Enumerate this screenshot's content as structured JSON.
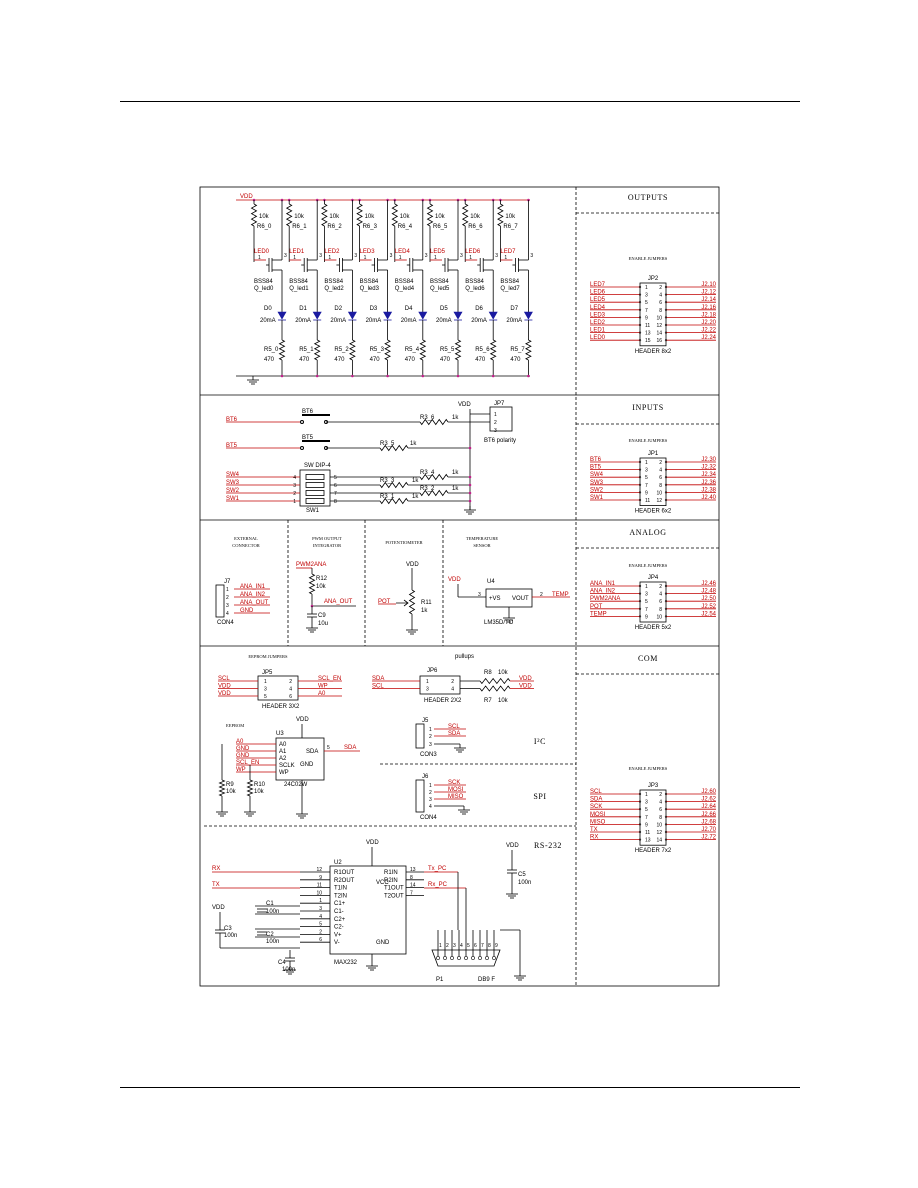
{
  "colors": {
    "wire": "#000000",
    "net_label": "#c00000",
    "junction": "#c0208a",
    "led": "#1a1aa0"
  },
  "sections": {
    "outputs": "OUTPUTS",
    "inputs": "INPUTS",
    "analog": "ANALOG",
    "com": "COM",
    "i2c": "I²C",
    "spi": "SPI",
    "rs232": "RS-232"
  },
  "enable_jumpers": "ENABLE JUMPERS",
  "vdd": "VDD",
  "outputs": {
    "channels": [
      {
        "rtop": "R6_0",
        "led": "LED0",
        "fet": "BSS84",
        "q": "Q_led0",
        "d": "D0",
        "rb": "R5_0"
      },
      {
        "rtop": "R6_1",
        "led": "LED1",
        "fet": "BSS84",
        "q": "Q_led1",
        "d": "D1",
        "rb": "R5_1"
      },
      {
        "rtop": "R6_2",
        "led": "LED2",
        "fet": "BSS84",
        "q": "Q_led2",
        "d": "D2",
        "rb": "R5_2"
      },
      {
        "rtop": "R6_3",
        "led": "LED3",
        "fet": "BSS84",
        "q": "Q_led3",
        "d": "D3",
        "rb": "R5_3"
      },
      {
        "rtop": "R6_4",
        "led": "LED4",
        "fet": "BSS84",
        "q": "Q_led4",
        "d": "D4",
        "rb": "R5_4"
      },
      {
        "rtop": "R6_5",
        "led": "LED5",
        "fet": "BSS84",
        "q": "Q_led5",
        "d": "D5",
        "rb": "R5_5"
      },
      {
        "rtop": "R6_6",
        "led": "LED6",
        "fet": "BSS84",
        "q": "Q_led6",
        "d": "D6",
        "rb": "R5_6"
      },
      {
        "rtop": "R6_7",
        "led": "LED7",
        "fet": "BSS84",
        "q": "Q_led7",
        "d": "D7",
        "rb": "R5_7"
      }
    ],
    "rtop_value": "10k",
    "rb_value": "470",
    "d_value": "20mA",
    "jumper": {
      "ref": "JP2",
      "name": "HEADER 8x2",
      "left": [
        "LED7",
        "LED6",
        "LED5",
        "LED4",
        "LED3",
        "LED2",
        "LED1",
        "LED0"
      ],
      "right": [
        "J2.10",
        "J2.12",
        "J2.14",
        "J2.16",
        "J2.18",
        "J2.20",
        "J2.22",
        "J2.24"
      ]
    }
  },
  "inputs": {
    "bt6": "BT6",
    "bt5": "BT5",
    "jp7": "JP7",
    "bt6_polarity": "BT6 polarity",
    "r3_6": "R3_6",
    "r3_5": "R3_5",
    "r3_4": "R3_4",
    "r3_3": "R3_3",
    "r3_2": "R3_2",
    "r3_1": "R3_1",
    "res_value": "1k",
    "sw_dip": "SW DIP-4",
    "sw1": "SW1",
    "sw_nets": [
      "SW4",
      "SW3",
      "SW2",
      "SW1"
    ],
    "jumper": {
      "ref": "JP1",
      "name": "HEADER 6x2",
      "left": [
        "BT6",
        "BT5",
        "SW4",
        "SW3",
        "SW2",
        "SW1"
      ],
      "right": [
        "J2.30",
        "J2.32",
        "J2.34",
        "J2.36",
        "J2.38",
        "J2.40"
      ]
    }
  },
  "analog": {
    "ext_conn": [
      "EXTERNAL",
      "CONNECTOR"
    ],
    "pwm_out": [
      "PWM OUTPUT",
      "INTEGRATOR"
    ],
    "pot_title": "POTENTIOMETER",
    "temp_sensor": [
      "TEMPERATURE",
      "SENSOR"
    ],
    "j7": "J7",
    "con4": "CON4",
    "j7_nets": [
      "ANA_IN1",
      "ANA_IN2",
      "ANA_OUT",
      "GND"
    ],
    "pwm_net": "PWM2ANA",
    "r12": "R12",
    "r12_val": "10k",
    "c9": "C9",
    "c9_val": "10u",
    "ana_out": "ANA_OUT",
    "pot": "POT",
    "r11": "R11",
    "r11_val": "1k",
    "u4": "U4",
    "vs": "+VS",
    "vout": "VOUT",
    "lm": "LM35D/TO",
    "temp": "TEMP",
    "jumper": {
      "ref": "JP4",
      "name": "HEADER 5x2",
      "left": [
        "ANA_IN1",
        "ANA_IN2",
        "PWM2ANA",
        "POT",
        "TEMP"
      ],
      "right": [
        "J2.46",
        "J2.48",
        "J2.50",
        "J2.52",
        "J2.54"
      ]
    }
  },
  "com": {
    "eeprom_jumpers": "EEPROM JUMPERS",
    "pullups": "pullups",
    "jp5": "JP5",
    "jp5_name": "HEADER 3X2",
    "jp5_left": [
      "SCL",
      "VDD",
      "VDD"
    ],
    "jp5_right": [
      "SCL_EN",
      "WP",
      "A0"
    ],
    "jp6": "JP6",
    "jp6_name": "HEADER 2X2",
    "jp6_left": [
      "SDA",
      "SCL"
    ],
    "r8": "R8",
    "r7": "R7",
    "r_val": "10k",
    "eeprom": "EEPROM",
    "u3": "U3",
    "u3_part": "24C02W",
    "u3_pins": [
      "A0",
      "A1",
      "A2",
      "SCLK",
      "WP"
    ],
    "u3_nets": [
      "A0",
      "GND",
      "GND",
      "SCL_EN",
      "WP"
    ],
    "sda": "SDA",
    "vcc": "VCC",
    "gnd": "GND",
    "r9": "R9",
    "r10": "R10",
    "j5": "J5",
    "con3": "CON3",
    "j5_nets": [
      "SCL",
      "SDA"
    ],
    "j6": "J6",
    "con4": "CON4",
    "j6_nets": [
      "SCK",
      "MOSI",
      "MISO"
    ],
    "u2": "U2",
    "u2_part": "MAX232",
    "u2_left": [
      "R1OUT",
      "R2OUT",
      "T1IN",
      "T2IN",
      "C1+",
      "C1-",
      "C2+",
      "C2-",
      "V+",
      "V-"
    ],
    "u2_right": [
      "R1IN",
      "R2IN",
      "T1OUT",
      "T2OUT"
    ],
    "rx": "RX",
    "tx": "TX",
    "tx_pc": "Tx_PC",
    "rx_pc": "Rx_PC",
    "c1": "C1",
    "c2": "C2",
    "c3": "C3",
    "c4": "C4",
    "c5": "C5",
    "cap_val": "100n",
    "p1": "P1",
    "db9": "DB9 F",
    "jumper": {
      "ref": "JP3",
      "name": "HEADER 7x2",
      "left": [
        "SCL",
        "SDA",
        "SCK",
        "MOSI",
        "MISO",
        "TX",
        "RX"
      ],
      "right": [
        "J2.60",
        "J2.62",
        "J2.64",
        "J2.66",
        "J2.68",
        "J2.70",
        "J2.72"
      ]
    }
  }
}
